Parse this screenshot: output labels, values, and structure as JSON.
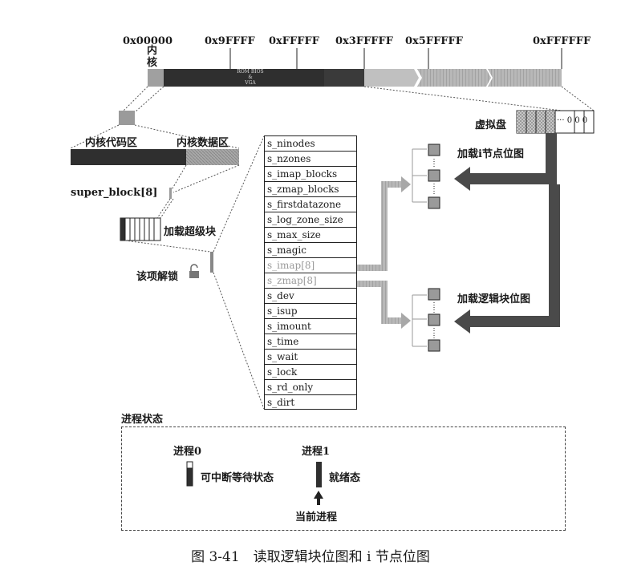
{
  "address_labels": [
    "0x00000",
    "0x9FFFF",
    "0xFFFFF",
    "0x3FFFFF",
    "0x5FFFFF",
    "0xFFFFFF"
  ],
  "memory_bar": {
    "kernel_label": "内核",
    "rom_label_line1": "ROM BIOS",
    "rom_label_line2": "&",
    "rom_label_line3": "VGA"
  },
  "kernel_code_label": "内核代码区",
  "kernel_data_label": "内核数据区",
  "super_block_label": "super_block[8]",
  "load_super_label": "加载超级块",
  "unlock_label": "该项解锁",
  "virtual_disk_label": "虚拟盘",
  "disk_tail": "··· 0 0 0",
  "super_block_fields": [
    {
      "name": "s_ninodes",
      "dim": false
    },
    {
      "name": "s_nzones",
      "dim": false
    },
    {
      "name": "s_imap_blocks",
      "dim": false
    },
    {
      "name": "s_zmap_blocks",
      "dim": false
    },
    {
      "name": "s_firstdatazone",
      "dim": false
    },
    {
      "name": "s_log_zone_size",
      "dim": false
    },
    {
      "name": "s_max_size",
      "dim": false
    },
    {
      "name": "s_magic",
      "dim": false
    },
    {
      "name": "s_imap[8]",
      "dim": true
    },
    {
      "name": "s_zmap[8]",
      "dim": true
    },
    {
      "name": "s_dev",
      "dim": false
    },
    {
      "name": "s_isup",
      "dim": false
    },
    {
      "name": "s_imount",
      "dim": false
    },
    {
      "name": "s_time",
      "dim": false
    },
    {
      "name": "s_wait",
      "dim": false
    },
    {
      "name": "s_lock",
      "dim": false
    },
    {
      "name": "s_rd_only",
      "dim": false
    },
    {
      "name": "s_dirt",
      "dim": false
    }
  ],
  "load_inode_bitmap_label": "加载i节点位图",
  "load_logic_bitmap_label": "加载逻辑块位图",
  "process_state": {
    "title": "进程状态",
    "process0_label": "进程0",
    "process0_state": "可中断等待状态",
    "process1_label": "进程1",
    "process1_state": "就绪态",
    "current_label": "当前进程"
  },
  "caption": "图 3-41　读取逻辑块位图和 i 节点位图",
  "colors": {
    "dark": "#2d2d2d",
    "gray": "#8c8c8c",
    "light": "#bdbdbd",
    "kernel_block": "#9a9a9a"
  }
}
